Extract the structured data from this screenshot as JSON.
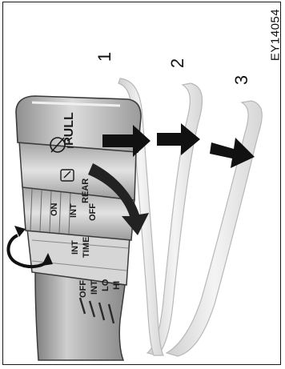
{
  "figure_code": "EY14054",
  "positions": [
    "1",
    "2",
    "3"
  ],
  "lever_labels": {
    "pull": "PULL",
    "rear": "REAR",
    "rear_on": "ON",
    "rear_int": "INT",
    "rear_off": "OFF",
    "int_time": "INT\nTIME",
    "int_time_line1": "INT",
    "int_time_line2": "TIME",
    "front_off": "OFF",
    "front_int": "INT",
    "front_lo": "LO",
    "front_hi": "HI"
  }
}
